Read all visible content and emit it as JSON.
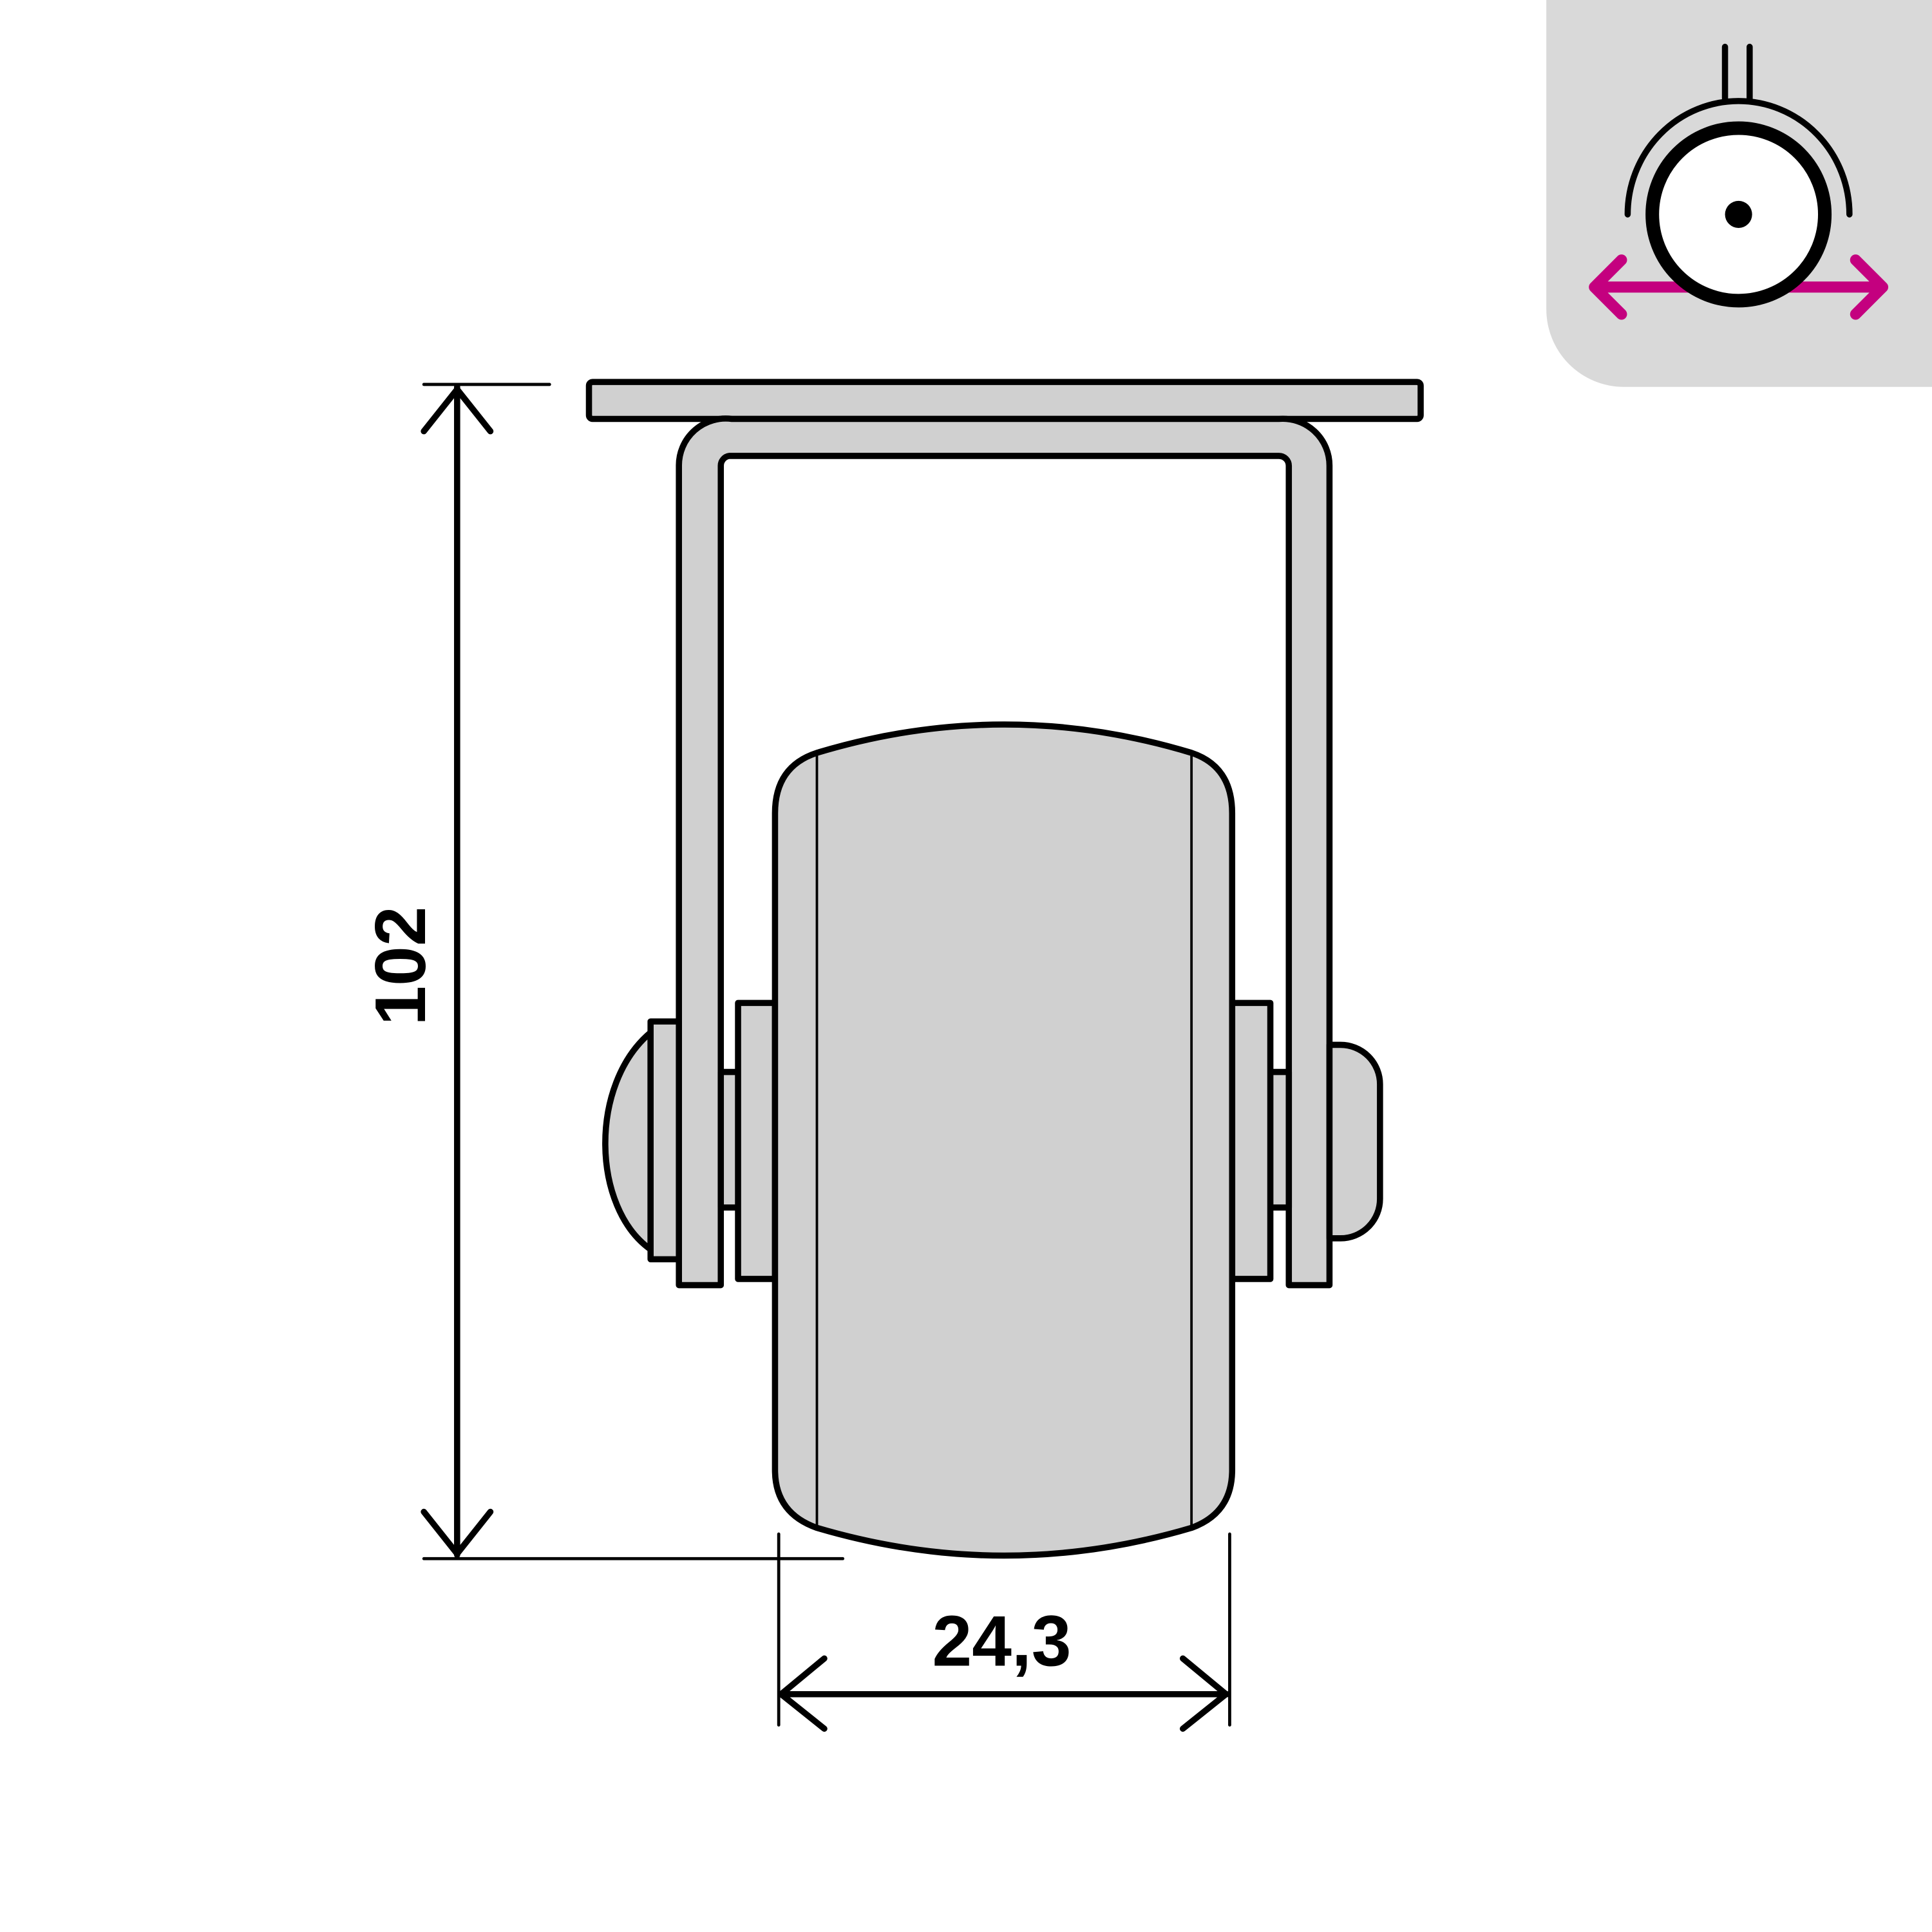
{
  "diagram": {
    "title": "Swivel castor wheel front view with dimensions",
    "dimensions": {
      "height": {
        "value": "102",
        "orientation": "vertical"
      },
      "wheel_width": {
        "value": "24,3",
        "orientation": "horizontal"
      }
    },
    "badge": {
      "icon": "fixed-castor-movement-icon",
      "description": "wheel with horizontal bidirectional arrow",
      "arrow_color": "#c4007f",
      "background_color": "#d9d9d9"
    },
    "colors": {
      "part_fill": "#d0d0d0",
      "outline": "#000000",
      "background": "#ffffff"
    }
  }
}
